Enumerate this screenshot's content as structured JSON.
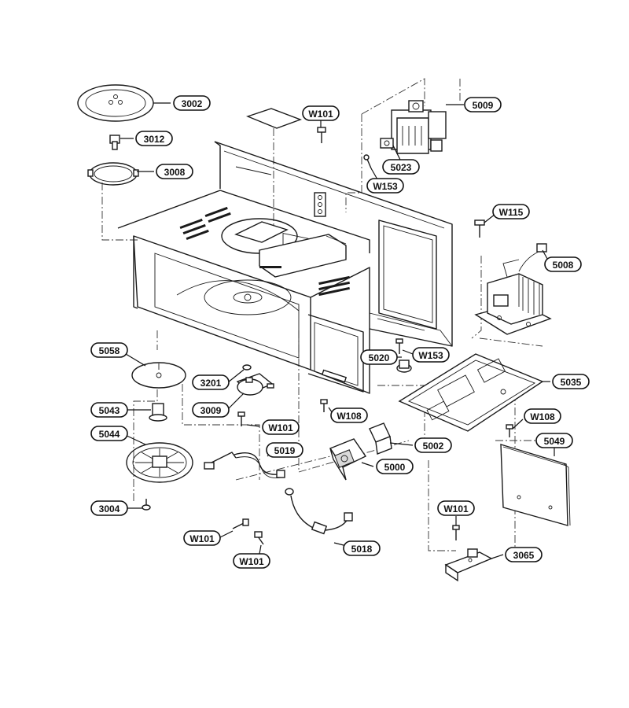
{
  "callouts": [
    {
      "id": "c3002",
      "label": "3002"
    },
    {
      "id": "c3012",
      "label": "3012"
    },
    {
      "id": "c3008",
      "label": "3008"
    },
    {
      "id": "cW101a",
      "label": "W101"
    },
    {
      "id": "c5009",
      "label": "5009"
    },
    {
      "id": "c5023",
      "label": "5023"
    },
    {
      "id": "cW153a",
      "label": "W153"
    },
    {
      "id": "cW115",
      "label": "W115"
    },
    {
      "id": "c5008",
      "label": "5008"
    },
    {
      "id": "c5058",
      "label": "5058"
    },
    {
      "id": "c5020",
      "label": "5020"
    },
    {
      "id": "cW153b",
      "label": "W153"
    },
    {
      "id": "c3201",
      "label": "3201"
    },
    {
      "id": "c5035",
      "label": "5035"
    },
    {
      "id": "c3009",
      "label": "3009"
    },
    {
      "id": "cW108a",
      "label": "W108"
    },
    {
      "id": "c5043",
      "label": "5043"
    },
    {
      "id": "cW108b",
      "label": "W108"
    },
    {
      "id": "cW101b",
      "label": "W101"
    },
    {
      "id": "c5044",
      "label": "5044"
    },
    {
      "id": "c5049",
      "label": "5049"
    },
    {
      "id": "c5002",
      "label": "5002"
    },
    {
      "id": "c5019",
      "label": "5019"
    },
    {
      "id": "c5000",
      "label": "5000"
    },
    {
      "id": "c3004",
      "label": "3004"
    },
    {
      "id": "cW101c",
      "label": "W101"
    },
    {
      "id": "cW101d",
      "label": "W101"
    },
    {
      "id": "c5018",
      "label": "5018"
    },
    {
      "id": "cW101e",
      "label": "W101"
    },
    {
      "id": "c3065",
      "label": "3065"
    }
  ]
}
